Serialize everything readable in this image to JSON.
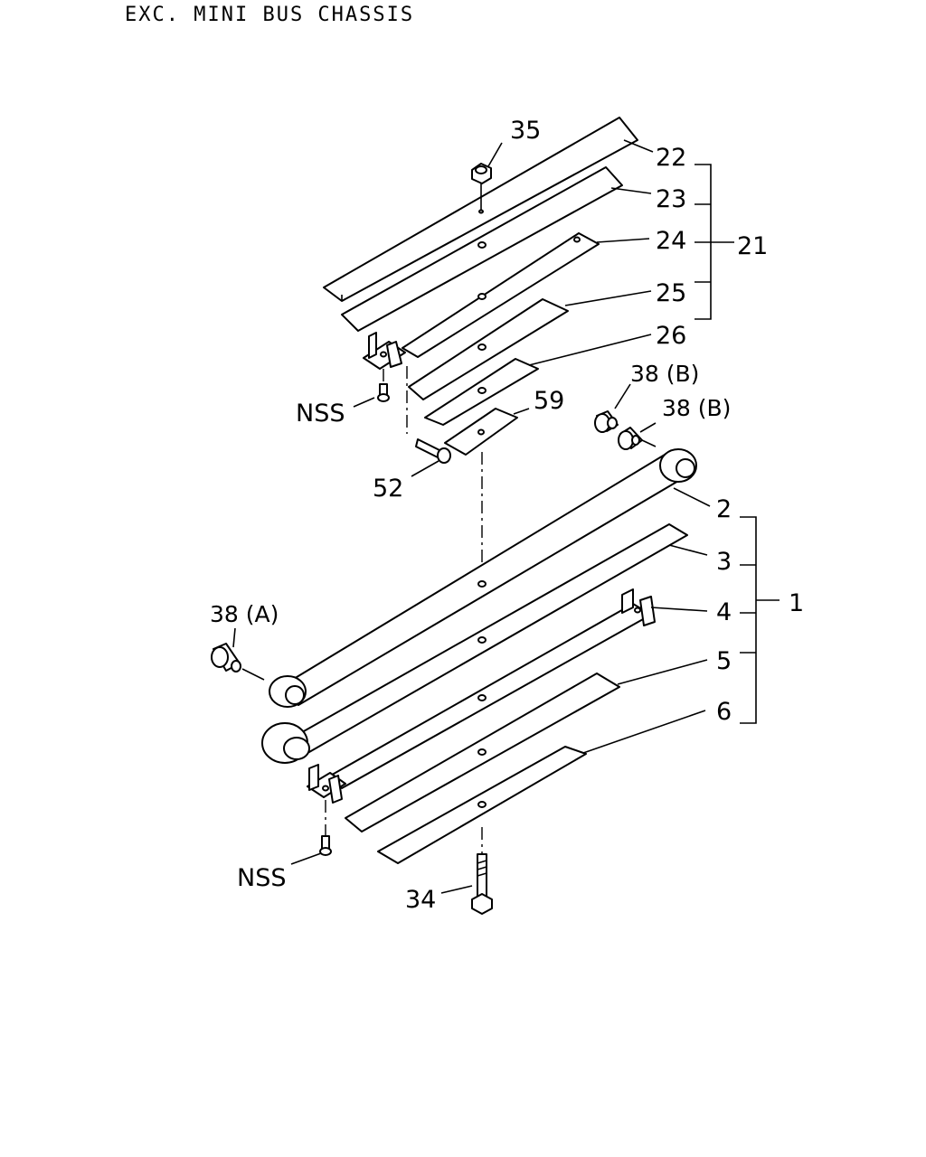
{
  "header": {
    "title": "EXC. MINI BUS CHASSIS"
  },
  "callouts": {
    "c35": "35",
    "c22": "22",
    "c23": "23",
    "c24": "24",
    "c21": "21",
    "c25": "25",
    "c26": "26",
    "nss_upper": "NSS",
    "c38b_1": "38 (B)",
    "c38b_2": "38 (B)",
    "c59": "59",
    "c52": "52",
    "c2": "2",
    "c3": "3",
    "c1": "1",
    "c4": "4",
    "c38a": "38 (A)",
    "c5": "5",
    "c6": "6",
    "nss_lower": "NSS",
    "c34": "34"
  }
}
